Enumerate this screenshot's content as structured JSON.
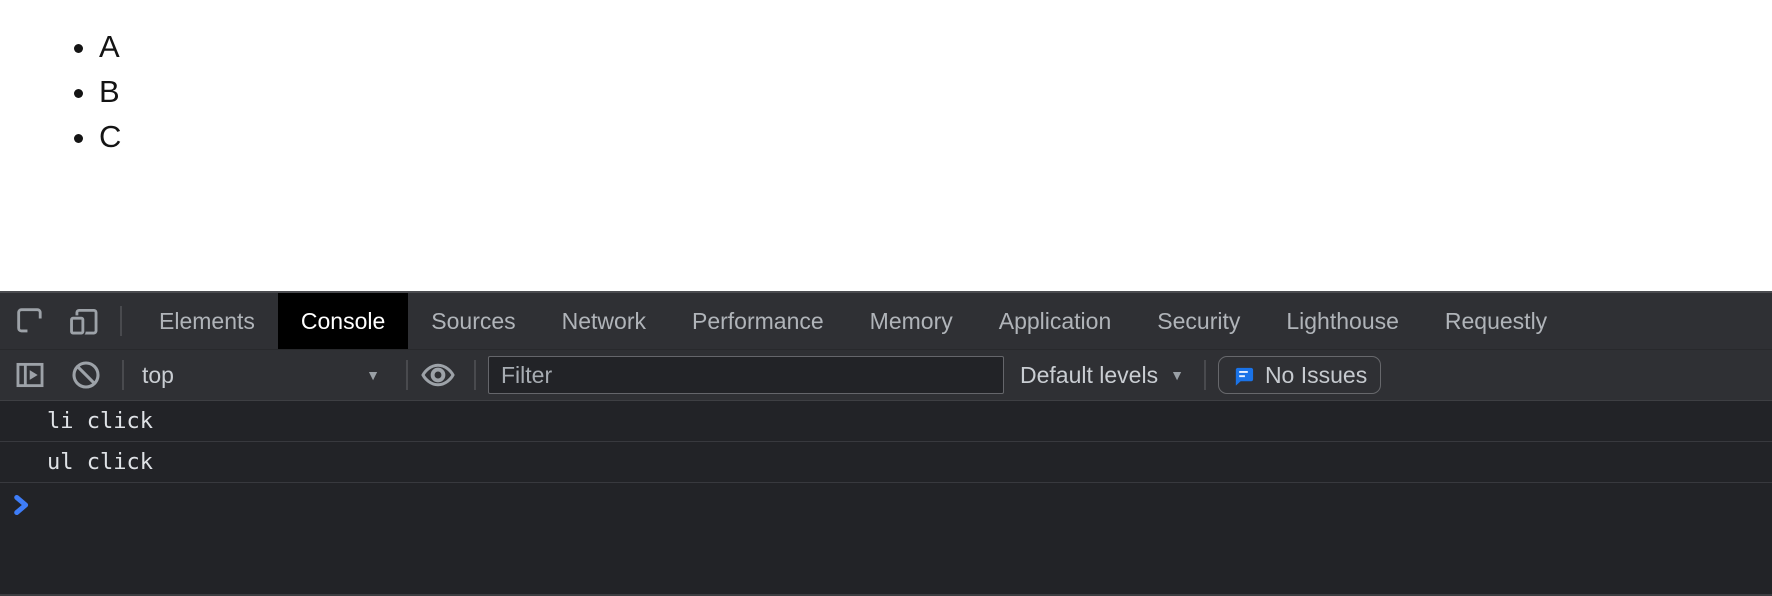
{
  "page": {
    "list_items": [
      "A",
      "B",
      "C"
    ]
  },
  "devtools": {
    "tabs": [
      "Elements",
      "Console",
      "Sources",
      "Network",
      "Performance",
      "Memory",
      "Application",
      "Security",
      "Lighthouse",
      "Requestly"
    ],
    "active_tab": "Console",
    "toolbar": {
      "context": "top",
      "filter_placeholder": "Filter",
      "levels": "Default levels",
      "issues": "No Issues",
      "dropdown_arrow": "▼"
    },
    "console": {
      "messages": [
        "li click",
        "ul click"
      ]
    },
    "icons": {
      "inspect-icon": "cursor-in-box",
      "device-toolbar-icon": "phone-and-tablet",
      "console-sidebar-icon": "panel-with-play-triangle",
      "clear-console-icon": "circle-with-slash",
      "eye-icon": "eye-outline",
      "issues-icon": "blue-chat-bubble",
      "prompt-chevron-icon": "blue-right-chevron",
      "dropdown-arrow-icon": "▼"
    },
    "colors": {
      "active_tab_bg": "#000000",
      "active_tab_text": "#ffffff",
      "toolbar_bg": "#2f3034",
      "console_bg": "#222327",
      "issues_icon_blue": "#1a73e8",
      "prompt_blue": "#3e7df8",
      "icon_gray": "#9da2a8"
    }
  }
}
